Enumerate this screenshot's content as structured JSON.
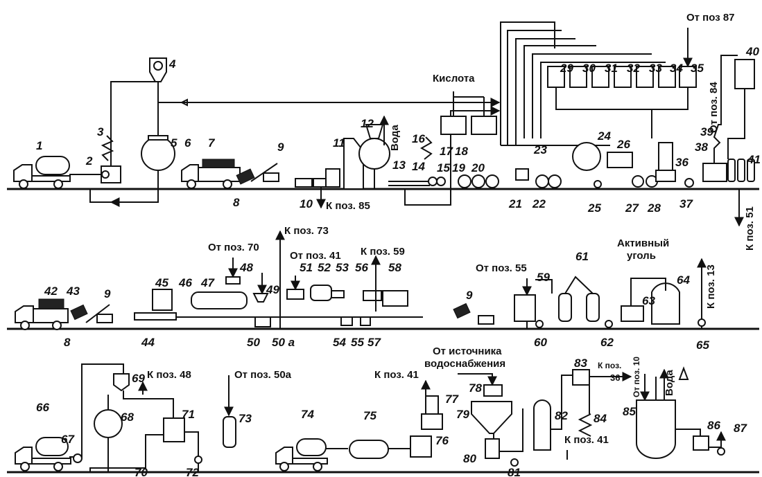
{
  "rows": [
    {
      "numbers": [
        {
          "id": "n1",
          "text": "1"
        },
        {
          "id": "n2",
          "text": "2"
        },
        {
          "id": "n3",
          "text": "3"
        },
        {
          "id": "n4",
          "text": "4"
        },
        {
          "id": "n5",
          "text": "5"
        },
        {
          "id": "n6",
          "text": "6"
        },
        {
          "id": "n7",
          "text": "7"
        },
        {
          "id": "n8",
          "text": "8"
        },
        {
          "id": "n9",
          "text": "9"
        },
        {
          "id": "n10",
          "text": "10"
        },
        {
          "id": "n11",
          "text": "11"
        },
        {
          "id": "n12",
          "text": "12"
        },
        {
          "id": "n13",
          "text": "13"
        },
        {
          "id": "n14",
          "text": "14"
        },
        {
          "id": "n15",
          "text": "15"
        },
        {
          "id": "n16",
          "text": "16"
        },
        {
          "id": "n17",
          "text": "17"
        },
        {
          "id": "n18",
          "text": "18"
        },
        {
          "id": "n19",
          "text": "19"
        },
        {
          "id": "n20",
          "text": "20"
        },
        {
          "id": "n21",
          "text": "21"
        },
        {
          "id": "n22",
          "text": "22"
        },
        {
          "id": "n23",
          "text": "23"
        },
        {
          "id": "n24",
          "text": "24"
        },
        {
          "id": "n25",
          "text": "25"
        },
        {
          "id": "n26",
          "text": "26"
        },
        {
          "id": "n27",
          "text": "27"
        },
        {
          "id": "n28",
          "text": "28"
        },
        {
          "id": "n29",
          "text": "29"
        },
        {
          "id": "n30",
          "text": "30"
        },
        {
          "id": "n31",
          "text": "31"
        },
        {
          "id": "n32",
          "text": "32"
        },
        {
          "id": "n33",
          "text": "33"
        },
        {
          "id": "n34",
          "text": "34"
        },
        {
          "id": "n35",
          "text": "35"
        },
        {
          "id": "n36",
          "text": "36"
        },
        {
          "id": "n37",
          "text": "37"
        },
        {
          "id": "n38",
          "text": "38"
        },
        {
          "id": "n39",
          "text": "39"
        },
        {
          "id": "n40",
          "text": "40"
        },
        {
          "id": "n41",
          "text": "41"
        }
      ],
      "labels": [
        {
          "id": "l_voda1",
          "text": "Вода"
        },
        {
          "id": "l_kpoz85",
          "text": "К поз. 85"
        },
        {
          "id": "l_kislota",
          "text": "Кислота"
        },
        {
          "id": "l_otpoz87",
          "text": "От поз  87"
        },
        {
          "id": "l_otpoz84",
          "text": "От поз. 84"
        },
        {
          "id": "l_kpoz51",
          "text": "К поз. 51"
        }
      ]
    },
    {
      "numbers": [
        {
          "id": "m42",
          "text": "42"
        },
        {
          "id": "m43",
          "text": "43"
        },
        {
          "id": "m9",
          "text": "9"
        },
        {
          "id": "m8",
          "text": "8"
        },
        {
          "id": "m44",
          "text": "44"
        },
        {
          "id": "m45",
          "text": "45"
        },
        {
          "id": "m46",
          "text": "46"
        },
        {
          "id": "m47",
          "text": "47"
        },
        {
          "id": "m48",
          "text": "48"
        },
        {
          "id": "m49",
          "text": "49"
        },
        {
          "id": "m50",
          "text": "50"
        },
        {
          "id": "m50a",
          "text": "50 а"
        },
        {
          "id": "m51",
          "text": "51"
        },
        {
          "id": "m52",
          "text": "52"
        },
        {
          "id": "m53",
          "text": "53"
        },
        {
          "id": "m54",
          "text": "54"
        },
        {
          "id": "m55",
          "text": "55"
        },
        {
          "id": "m56",
          "text": "56"
        },
        {
          "id": "m57",
          "text": "57"
        },
        {
          "id": "m58",
          "text": "58"
        },
        {
          "id": "m9b",
          "text": "9"
        },
        {
          "id": "m59",
          "text": "59"
        },
        {
          "id": "m60",
          "text": "60"
        },
        {
          "id": "m61",
          "text": "61"
        },
        {
          "id": "m62",
          "text": "62"
        },
        {
          "id": "m63",
          "text": "63"
        },
        {
          "id": "m64",
          "text": "64"
        },
        {
          "id": "m65",
          "text": "65"
        }
      ],
      "labels": [
        {
          "id": "l_otpoz70",
          "text": "От поз. 70"
        },
        {
          "id": "l_kpoz73",
          "text": "К поз. 73"
        },
        {
          "id": "l_otpoz41",
          "text": "От поз. 41"
        },
        {
          "id": "l_kpoz59",
          "text": "К поз. 59"
        },
        {
          "id": "l_otpoz55",
          "text": "От поз. 55"
        },
        {
          "id": "l_aktiv1",
          "text": "Активный"
        },
        {
          "id": "l_aktiv2",
          "text": "уголь"
        },
        {
          "id": "l_kpoz13",
          "text": "К поз. 13"
        }
      ]
    },
    {
      "numbers": [
        {
          "id": "b66",
          "text": "66"
        },
        {
          "id": "b67",
          "text": "67"
        },
        {
          "id": "b68",
          "text": "68"
        },
        {
          "id": "b69",
          "text": "69"
        },
        {
          "id": "b70",
          "text": "70"
        },
        {
          "id": "b71",
          "text": "71"
        },
        {
          "id": "b72",
          "text": "72"
        },
        {
          "id": "b73",
          "text": "73"
        },
        {
          "id": "b74",
          "text": "74"
        },
        {
          "id": "b75",
          "text": "75"
        },
        {
          "id": "b76",
          "text": "76"
        },
        {
          "id": "b77",
          "text": "77"
        },
        {
          "id": "b78",
          "text": "78"
        },
        {
          "id": "b79",
          "text": "79"
        },
        {
          "id": "b80",
          "text": "80"
        },
        {
          "id": "b81",
          "text": "81"
        },
        {
          "id": "b82",
          "text": "82"
        },
        {
          "id": "b83",
          "text": "83"
        },
        {
          "id": "b84",
          "text": "84"
        },
        {
          "id": "b85",
          "text": "85"
        },
        {
          "id": "b86",
          "text": "86"
        },
        {
          "id": "b87",
          "text": "87"
        }
      ],
      "labels": [
        {
          "id": "l_kpoz48",
          "text": "К поз. 48"
        },
        {
          "id": "l_otpoz50a",
          "text": "От поз. 50а"
        },
        {
          "id": "l_kpoz41a",
          "text": "К поз. 41"
        },
        {
          "id": "l_otist1",
          "text": "От источника"
        },
        {
          "id": "l_otist2",
          "text": "водоснабжения"
        },
        {
          "id": "l_kpoz_s",
          "text": "К поз."
        },
        {
          "id": "l_36",
          "text": "36"
        },
        {
          "id": "l_otpoz10",
          "text": "От поз. 10"
        },
        {
          "id": "l_voda2",
          "text": "Вода"
        },
        {
          "id": "l_kpoz41b",
          "text": "К поз. 41"
        }
      ]
    }
  ]
}
